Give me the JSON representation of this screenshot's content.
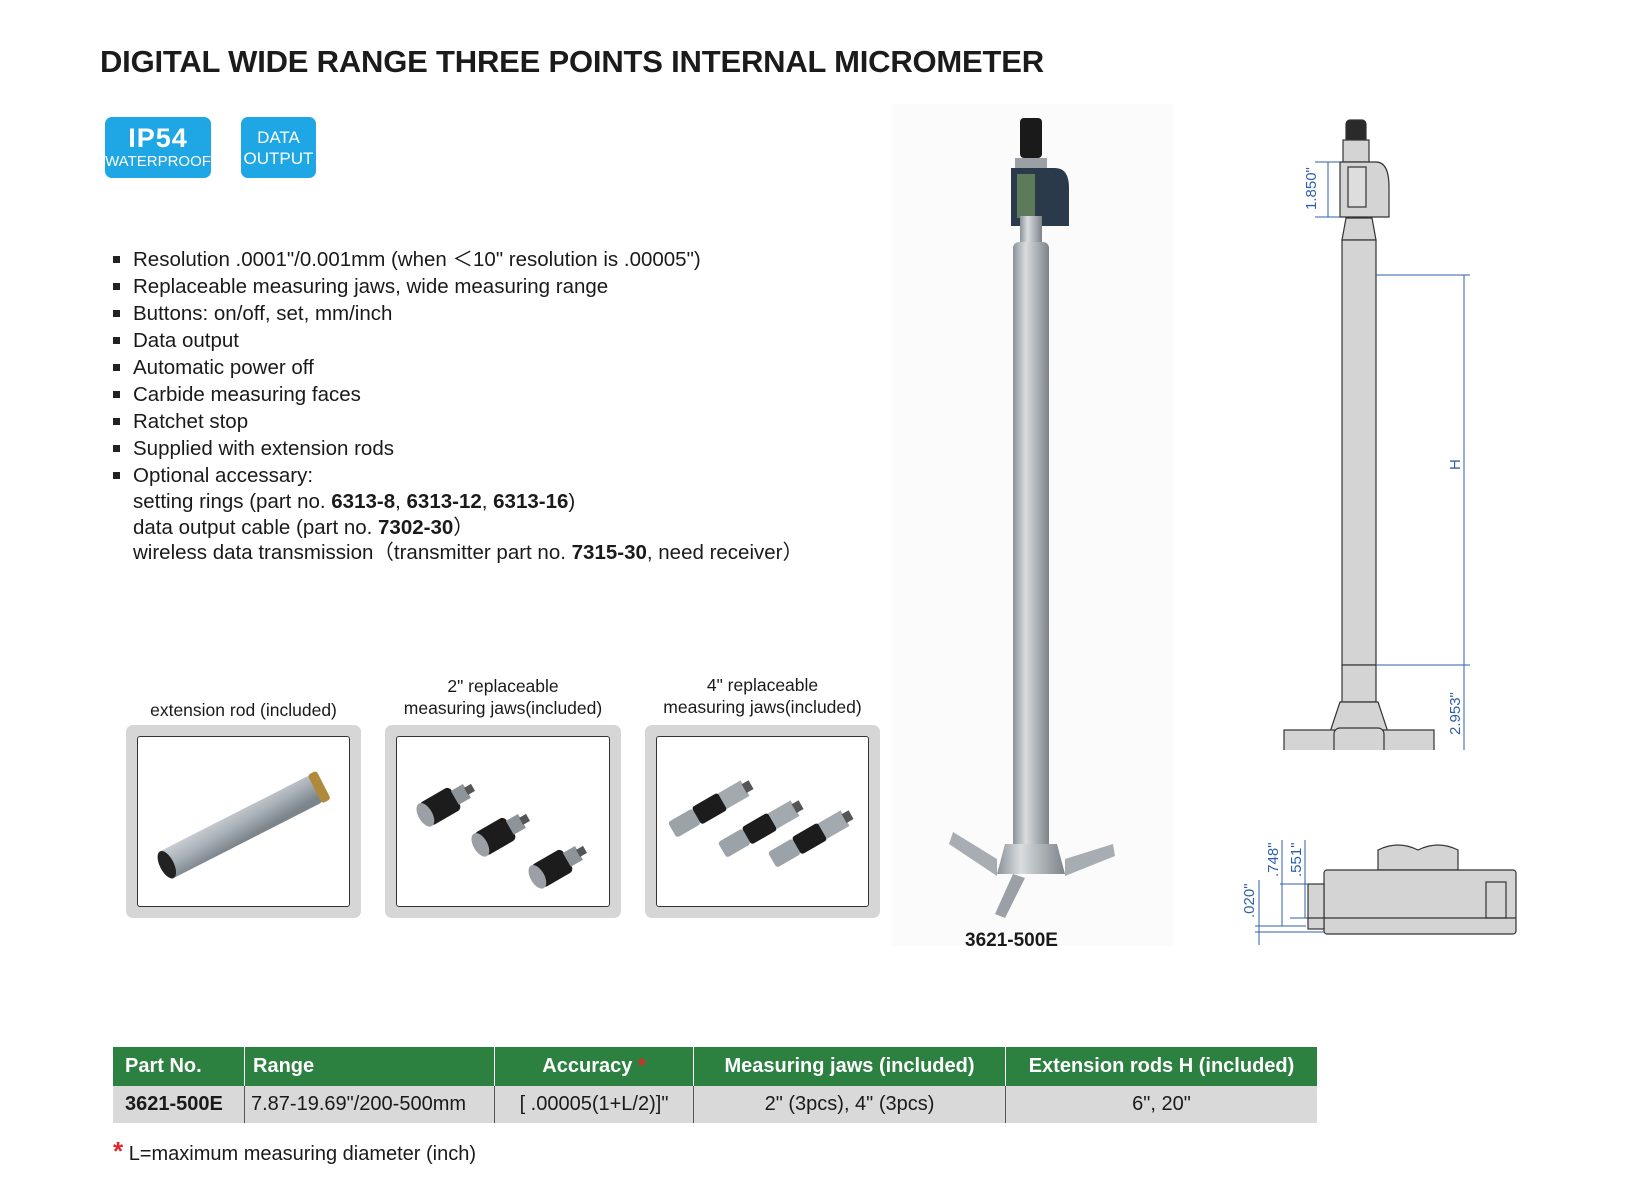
{
  "title": "DIGITAL WIDE RANGE THREE POINTS INTERNAL MICROMETER",
  "badges": [
    {
      "main": "IP54",
      "sub": "WATERPROOF"
    },
    {
      "line1": "DATA",
      "line2": "OUTPUT"
    }
  ],
  "badge_color": "#1ea7e4",
  "features": [
    "Resolution .0001\"/0.001mm (when ＜10\" resolution is .00005\")",
    "Replaceable measuring jaws, wide measuring range",
    "Buttons: on/off, set, mm/inch",
    "Data output",
    "Automatic power off",
    "Carbide measuring faces",
    "Ratchet stop",
    "Supplied with extension rods",
    "Optional accessary:"
  ],
  "accessories": {
    "rings_prefix": "setting rings (part no. ",
    "rings_parts": [
      "6313-8",
      "6313-12",
      "6313-16"
    ],
    "rings_suffix": ")",
    "cable_prefix": "data output cable (part no. ",
    "cable_part": "7302-30",
    "cable_suffix": "）",
    "wireless_prefix": "wireless data transmission（transmitter part no. ",
    "wireless_part": "7315-30",
    "wireless_suffix": ", need receiver）"
  },
  "included": [
    {
      "caption": "extension rod (included)"
    },
    {
      "caption_line1": "2\" replaceable",
      "caption_line2": "measuring jaws(included)"
    },
    {
      "caption_line1": "4\" replaceable",
      "caption_line2": "measuring jaws(included)"
    }
  ],
  "product_model": "3621-500E",
  "drawing_dims": {
    "head": "1.850\"",
    "rod": "H",
    "base": "2.953\"",
    "d1": ".748\"",
    "d2": ".551\"",
    "d3": ".020\""
  },
  "table": {
    "header_color": "#2c8040",
    "headers": [
      "Part No.",
      "Range",
      "Accuracy",
      "Measuring jaws (included)",
      "Extension rods H (included)"
    ],
    "accuracy_mark": "*",
    "rows": [
      [
        "3621-500E",
        "7.87-19.69\"/200-500mm",
        "[ .00005(1+L/2)]\"",
        "2\" (3pcs), 4\" (3pcs)",
        "6\", 20\""
      ]
    ]
  },
  "footnote": {
    "mark": "*",
    "text": "L=maximum measuring diameter (inch)"
  }
}
